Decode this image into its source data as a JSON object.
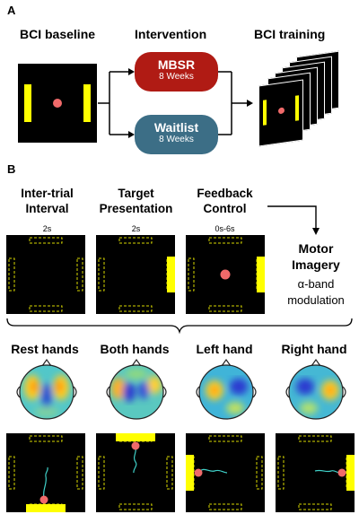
{
  "panel_a": {
    "letter": "A",
    "baseline_title": "BCI baseline",
    "intervention_title": "Intervention",
    "training_title": "BCI training",
    "mbsr": {
      "label": "MBSR",
      "sub": "8 Weeks",
      "color": "#b01b14"
    },
    "waitlist": {
      "label": "Waitlist",
      "sub": "8 Weeks",
      "color": "#3c6e86"
    }
  },
  "panel_b": {
    "letter": "B",
    "phases": [
      {
        "title1": "Inter-trial",
        "title2": "Interval",
        "dur": "2s"
      },
      {
        "title1": "Target",
        "title2": "Presentation",
        "dur": "2s"
      },
      {
        "title1": "Feedback",
        "title2": "Control",
        "dur": "0s-6s"
      }
    ],
    "motor": {
      "line1": "Motor",
      "line2": "Imagery",
      "line3": "α-band",
      "line4": "modulation"
    },
    "conditions": [
      "Rest hands",
      "Both hands",
      "Left hand",
      "Right hand"
    ]
  },
  "colors": {
    "target": "#ffff00",
    "cursor": "#f06a6a",
    "screen": "#000000",
    "trace": "#3fd0c8"
  }
}
